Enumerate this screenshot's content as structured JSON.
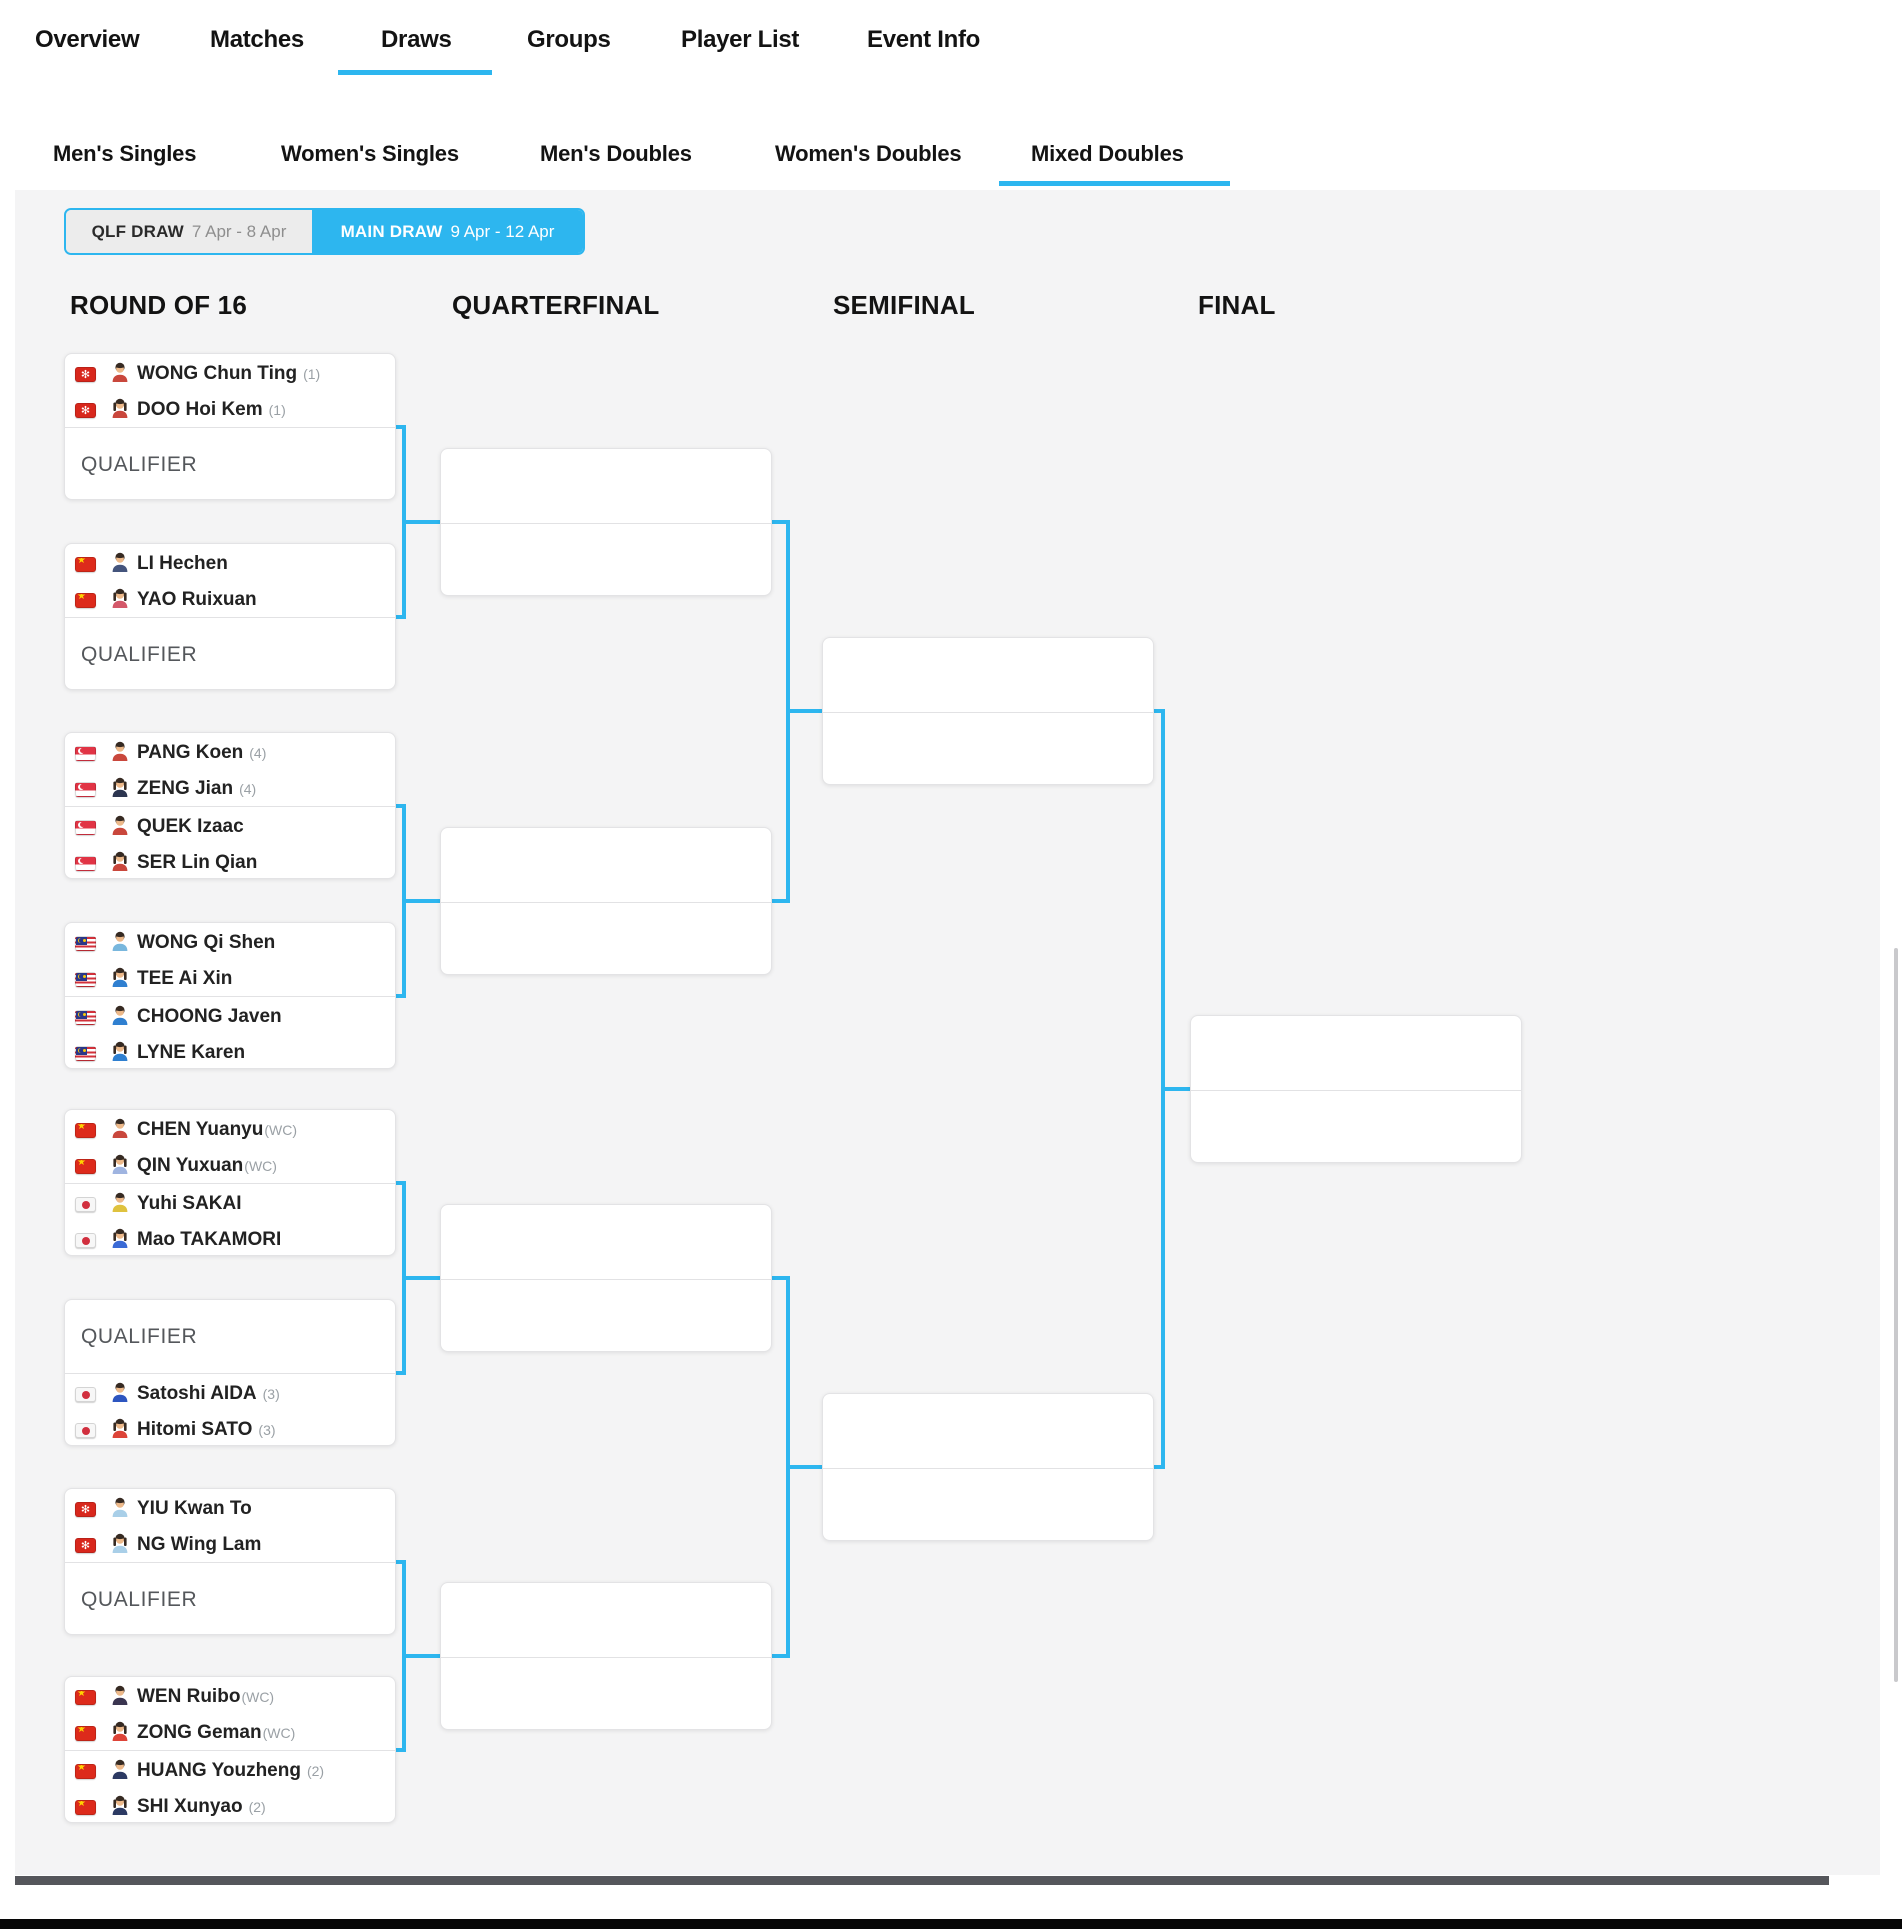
{
  "nav": {
    "items": [
      {
        "label": "Overview",
        "active": false
      },
      {
        "label": "Matches",
        "active": false
      },
      {
        "label": "Draws",
        "active": true
      },
      {
        "label": "Groups",
        "active": false
      },
      {
        "label": "Player List",
        "active": false
      },
      {
        "label": "Event Info",
        "active": false
      }
    ]
  },
  "category_tabs": {
    "items": [
      {
        "label": "Men's Singles",
        "active": false
      },
      {
        "label": "Women's Singles",
        "active": false
      },
      {
        "label": "Men's Doubles",
        "active": false
      },
      {
        "label": "Women's Doubles",
        "active": false
      },
      {
        "label": "Mixed Doubles",
        "active": true
      }
    ]
  },
  "draw_toggle": {
    "buttons": [
      {
        "label": "QLF DRAW",
        "dates": "7 Apr - 8 Apr",
        "selected": false
      },
      {
        "label": "MAIN DRAW",
        "dates": "9 Apr - 12 Apr",
        "selected": true
      }
    ]
  },
  "round_headers": [
    "ROUND OF 16",
    "QUARTERFINAL",
    "SEMIFINAL",
    "FINAL"
  ],
  "qualifier_label": "QUALIFIER",
  "colors": {
    "accent": "#2db6ef",
    "panel_bg": "#f4f4f5",
    "box_border": "#e3e3e5",
    "name_text": "#222222",
    "seed_text": "#9aa0a5",
    "qualifier_text": "#54575b"
  },
  "bracket": {
    "round_of_16": [
      {
        "slots": [
          {
            "players": [
              {
                "name": "WONG Chun Ting",
                "seed": "(1)",
                "flag": "hk",
                "gender": "m",
                "shirt": "#c9473c"
              },
              {
                "name": "DOO Hoi Kem",
                "seed": "(1)",
                "flag": "hk",
                "gender": "f",
                "shirt": "#c9473c"
              }
            ]
          },
          {
            "qualifier": true
          }
        ]
      },
      {
        "slots": [
          {
            "players": [
              {
                "name": "LI Hechen",
                "seed": "",
                "flag": "cn",
                "gender": "m",
                "shirt": "#44547c"
              },
              {
                "name": "YAO Ruixuan",
                "seed": "",
                "flag": "cn",
                "gender": "f",
                "shirt": "#d4586a"
              }
            ]
          },
          {
            "qualifier": true
          }
        ]
      },
      {
        "slots": [
          {
            "players": [
              {
                "name": "PANG Koen",
                "seed": "(4)",
                "flag": "sg",
                "gender": "m",
                "shirt": "#c9473c"
              },
              {
                "name": "ZENG Jian",
                "seed": "(4)",
                "flag": "sg",
                "gender": "f",
                "shirt": "#2c3550"
              }
            ]
          },
          {
            "players": [
              {
                "name": "QUEK Izaac",
                "seed": "",
                "flag": "sg",
                "gender": "m",
                "shirt": "#c9473c"
              },
              {
                "name": "SER Lin Qian",
                "seed": "",
                "flag": "sg",
                "gender": "f",
                "shirt": "#c9473c"
              }
            ]
          }
        ]
      },
      {
        "slots": [
          {
            "players": [
              {
                "name": "WONG Qi Shen",
                "seed": "",
                "flag": "my",
                "gender": "m",
                "shirt": "#79b7dd"
              },
              {
                "name": "TEE Ai Xin",
                "seed": "",
                "flag": "my",
                "gender": "f",
                "shirt": "#2f7fd0"
              }
            ]
          },
          {
            "players": [
              {
                "name": "CHOONG Javen",
                "seed": "",
                "flag": "my",
                "gender": "m",
                "shirt": "#2f7fd0"
              },
              {
                "name": "LYNE Karen",
                "seed": "",
                "flag": "my",
                "gender": "f",
                "shirt": "#2f7fd0"
              }
            ]
          }
        ]
      },
      {
        "slots": [
          {
            "players": [
              {
                "name": "CHEN Yuanyu",
                "seed": "(WC)",
                "flag": "cn",
                "gender": "m",
                "shirt": "#c9473c"
              },
              {
                "name": "QIN Yuxuan",
                "seed": "(WC)",
                "flag": "cn",
                "gender": "f",
                "shirt": "#9fb4e0"
              }
            ]
          },
          {
            "players": [
              {
                "name": "Yuhi SAKAI",
                "seed": "",
                "flag": "jp",
                "gender": "m",
                "shirt": "#dfc23e"
              },
              {
                "name": "Mao TAKAMORI",
                "seed": "",
                "flag": "jp",
                "gender": "f",
                "shirt": "#3b6bd6"
              }
            ]
          }
        ]
      },
      {
        "slots": [
          {
            "qualifier": true
          },
          {
            "players": [
              {
                "name": "Satoshi AIDA",
                "seed": "(3)",
                "flag": "jp",
                "gender": "m",
                "shirt": "#2d55c0"
              },
              {
                "name": "Hitomi SATO",
                "seed": "(3)",
                "flag": "jp",
                "gender": "f",
                "shirt": "#dd4438"
              }
            ]
          }
        ]
      },
      {
        "slots": [
          {
            "players": [
              {
                "name": "YIU Kwan To",
                "seed": "",
                "flag": "hk",
                "gender": "m",
                "shirt": "#a9cfe8"
              },
              {
                "name": "NG Wing Lam",
                "seed": "",
                "flag": "hk",
                "gender": "f",
                "shirt": "#a9cfe8"
              }
            ]
          },
          {
            "qualifier": true
          }
        ]
      },
      {
        "slots": [
          {
            "players": [
              {
                "name": "WEN Ruibo",
                "seed": "(WC)",
                "flag": "cn",
                "gender": "m",
                "shirt": "#3a3550"
              },
              {
                "name": "ZONG Geman",
                "seed": "(WC)",
                "flag": "cn",
                "gender": "f",
                "shirt": "#dd4438"
              }
            ]
          },
          {
            "players": [
              {
                "name": "HUANG Youzheng",
                "seed": "(2)",
                "flag": "cn",
                "gender": "m",
                "shirt": "#2c3a63"
              },
              {
                "name": "SHI Xunyao",
                "seed": "(2)",
                "flag": "cn",
                "gender": "f",
                "shirt": "#2c3a63"
              }
            ]
          }
        ]
      }
    ]
  }
}
